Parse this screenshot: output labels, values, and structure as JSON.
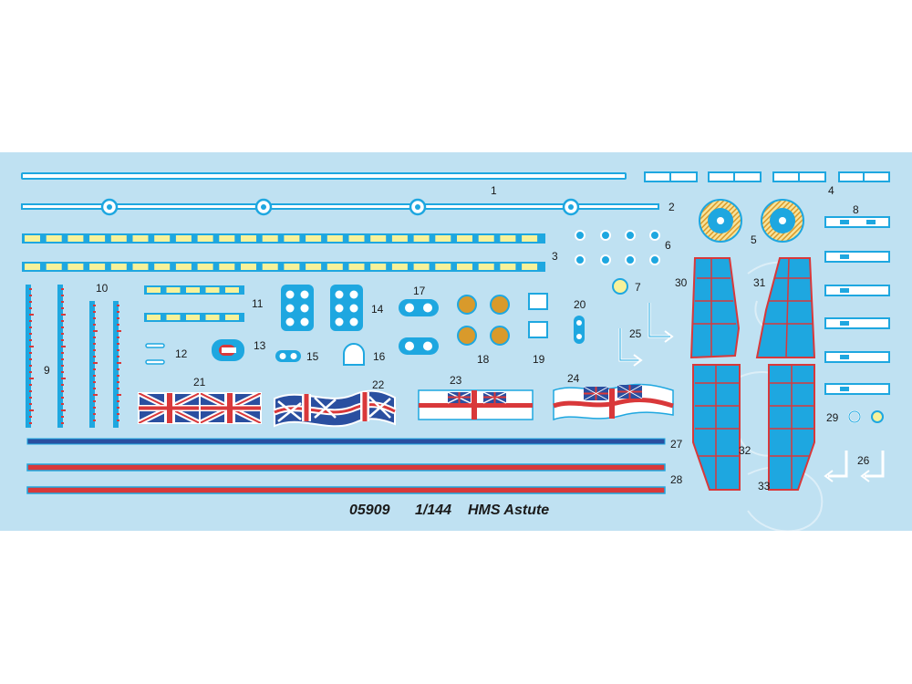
{
  "sheet": {
    "product_code": "05909",
    "scale": "1/144",
    "model_name": "HMS Astute",
    "background_color": "#bfe1f2",
    "decal_blue": "#1ea7e0",
    "decal_red": "#d9383a",
    "decal_yellow": "#f7f29a",
    "decal_navy": "#2a4fa0",
    "decal_orange": "#d99a2b"
  },
  "labels": [
    "1",
    "2",
    "3",
    "4",
    "5",
    "6",
    "7",
    "8",
    "9",
    "10",
    "11",
    "12",
    "13",
    "14",
    "15",
    "16",
    "17",
    "18",
    "19",
    "20",
    "21",
    "22",
    "23",
    "24",
    "25",
    "26",
    "27",
    "28",
    "29",
    "30",
    "31",
    "32",
    "33"
  ],
  "decals": {
    "flags": [
      "union-jack",
      "union-jack-waving",
      "white-ensign",
      "white-ensign-waving"
    ]
  }
}
